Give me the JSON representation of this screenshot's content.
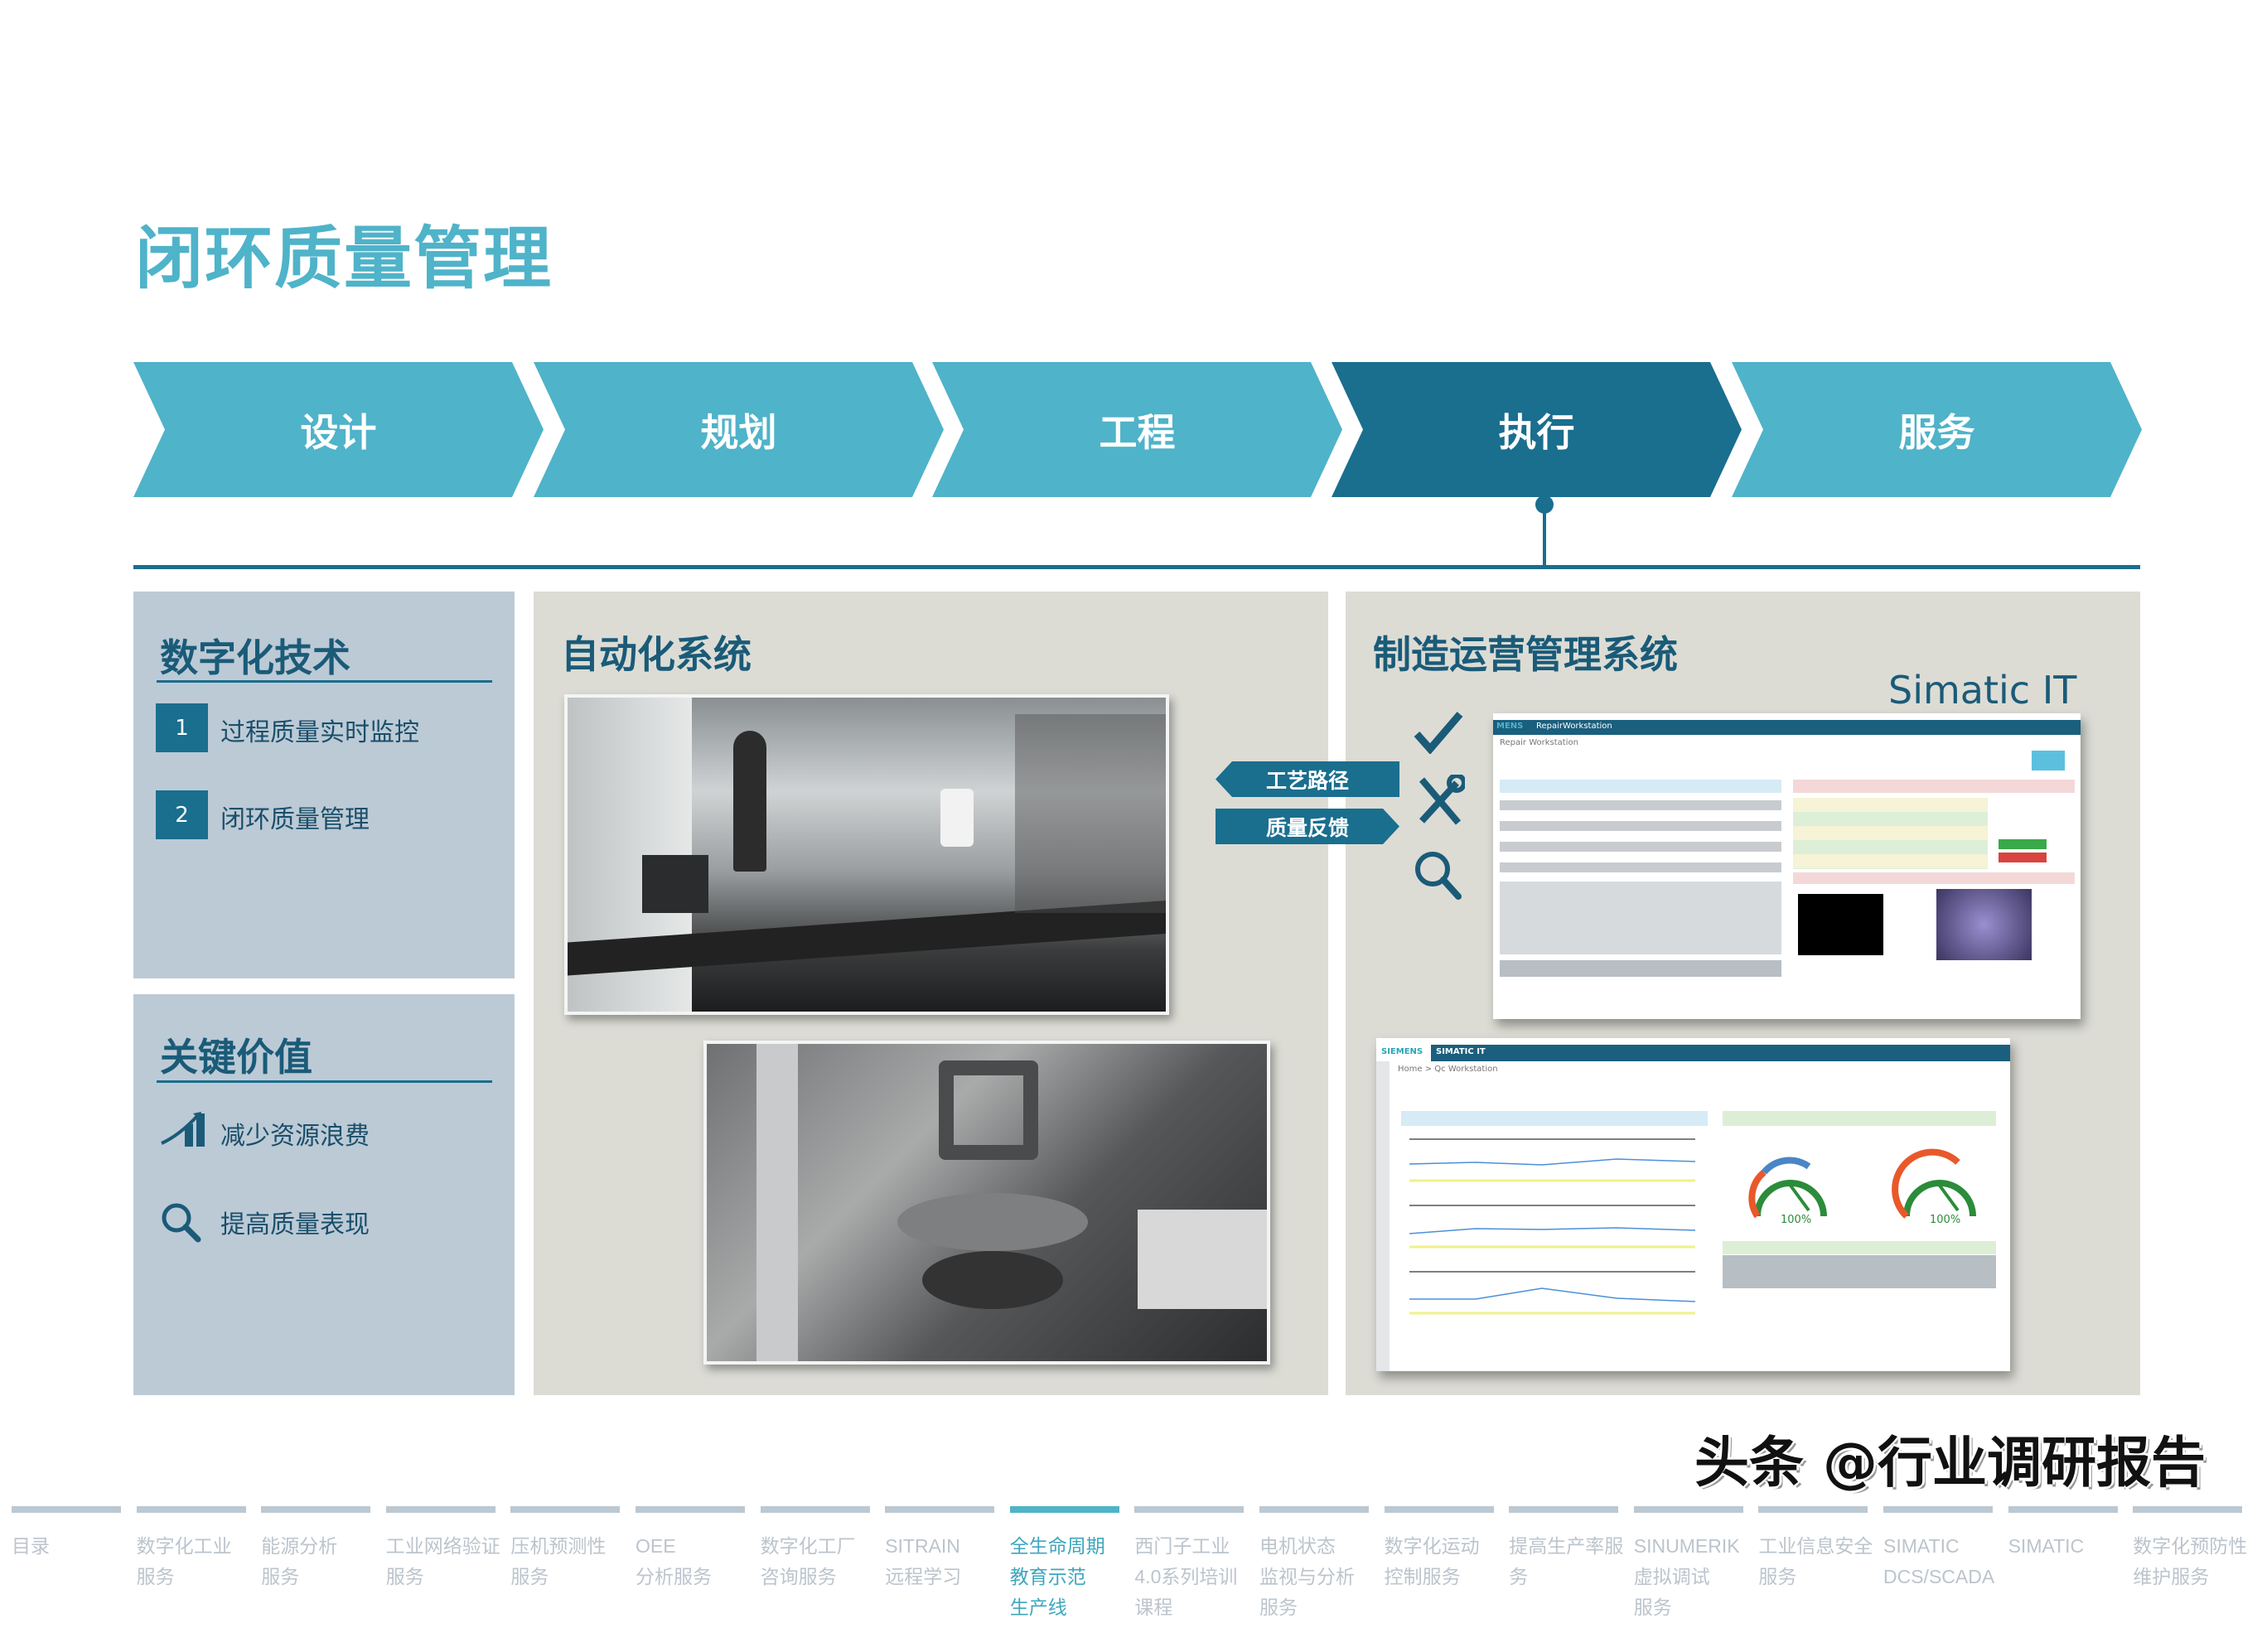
{
  "page": {
    "title": "闭环质量管理"
  },
  "process_steps": [
    {
      "label": "设计",
      "active": false
    },
    {
      "label": "规划",
      "active": false
    },
    {
      "label": "工程",
      "active": false
    },
    {
      "label": "执行",
      "active": true
    },
    {
      "label": "服务",
      "active": false
    }
  ],
  "colors": {
    "step": "#4fb3c9",
    "step_active": "#1a6e8e",
    "heading": "#1a5b78",
    "left_panel": "#bccad6",
    "content_panel": "#dcdcd5"
  },
  "digital_tech": {
    "heading": "数字化技术",
    "items": [
      {
        "num": "1",
        "label": "过程质量实时监控"
      },
      {
        "num": "2",
        "label": "闭环质量管理"
      }
    ]
  },
  "key_value": {
    "heading": "关键价值",
    "items": [
      {
        "icon": "growth-chart-icon",
        "label": "减少资源浪费"
      },
      {
        "icon": "search-icon",
        "label": "提高质量表现"
      }
    ]
  },
  "automation": {
    "heading": "自动化系统"
  },
  "mom": {
    "heading": "制造运营管理系统",
    "product": "Simatic IT",
    "tags": [
      "工艺路径",
      "质量反馈"
    ],
    "icons": [
      "checkmark-icon",
      "tools-icon",
      "search-icon"
    ],
    "screen1": {
      "brand": "MENS",
      "app": "RepairWorkstation",
      "page": "Repair Workstation"
    },
    "screen2": {
      "brand": "SIEMENS",
      "app": "SIMATIC IT",
      "breadcrumb": "Home > Qc Workstation",
      "gauge1": "100%",
      "gauge2": "100%"
    }
  },
  "bottom_nav": [
    {
      "label": "目录"
    },
    {
      "label": "数字化工业\n服务"
    },
    {
      "label": "能源分析\n服务"
    },
    {
      "label": "工业网络验证\n服务"
    },
    {
      "label": "压机预测性\n服务"
    },
    {
      "label": "OEE\n分析服务"
    },
    {
      "label": "数字化工厂\n咨询服务"
    },
    {
      "label": "SITRAIN\n远程学习"
    },
    {
      "label": "全生命周期\n教育示范\n生产线",
      "active": true
    },
    {
      "label": "西门子工业\n4.0系列培训\n课程"
    },
    {
      "label": "电机状态\n监视与分析\n服务"
    },
    {
      "label": "数字化运动\n控制服务"
    },
    {
      "label": "提高生产率服\n务"
    },
    {
      "label": "SINUMERIK\n虚拟调试\n服务"
    },
    {
      "label": "工业信息安全\n服务"
    },
    {
      "label": "SIMATIC\nDCS/SCADA"
    },
    {
      "label": "SIMATIC"
    },
    {
      "label": "数字化预防性\n维护服务"
    }
  ],
  "watermark": "头条 @行业调研报告"
}
